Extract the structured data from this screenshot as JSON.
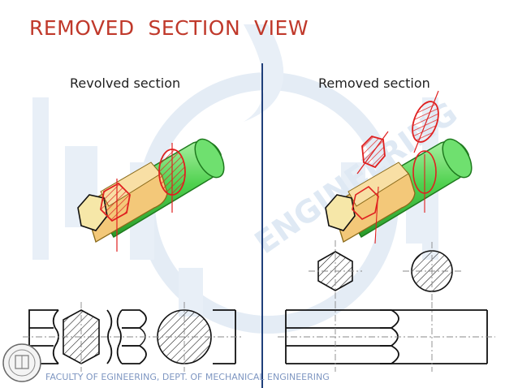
{
  "slide": {
    "title": "REMOVED  SECTION  VIEW",
    "left_label": "Revolved section",
    "right_label": "Removed section",
    "footer": "FACULTY OF EGINEERING, DEPT. OF MECHANICAL ENGINEERING"
  },
  "watermark": {
    "text": "ENGINEERING",
    "color": "#dfe9f4"
  },
  "colors": {
    "title": "#c0392b",
    "shaft_green": "#5cd65c",
    "shaft_dark": "#1e7a1e",
    "cut_fill": "#f3c879",
    "section_red": "#e02020",
    "outline": "#111111",
    "divider": "#1f3f7a"
  }
}
